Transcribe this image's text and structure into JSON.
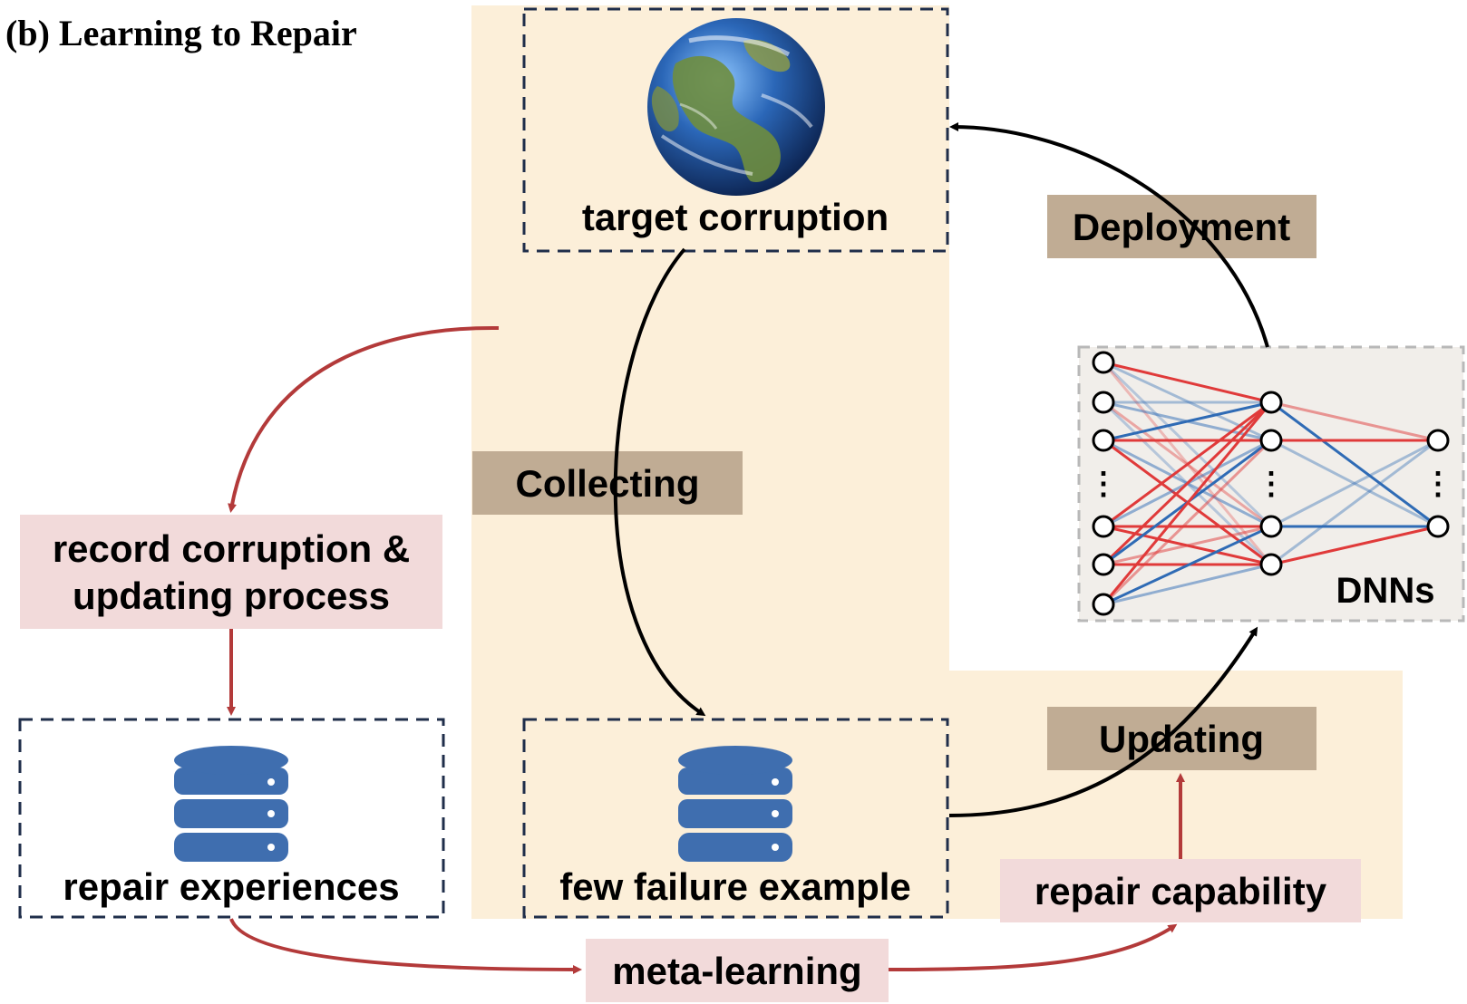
{
  "title": "(b) Learning to Repair",
  "nodes": {
    "target": "target corruption",
    "failure": "few failure example",
    "experiences": "repair experiences",
    "record_line1": "record corruption &",
    "record_line2": "updating process",
    "dnn": "DNNs",
    "capability": "repair capability",
    "meta": "meta-learning"
  },
  "edges": {
    "collecting": "Collecting",
    "deployment": "Deployment",
    "updating": "Updating"
  },
  "colors": {
    "panel": "#fcefd9",
    "label_box": "#c0ac94",
    "pink_box": "#f2dada",
    "dashed_border": "#1f2e4a",
    "red_arrow": "#b33a3a",
    "black_arrow": "#000000",
    "db_blue": "#3f6eaf",
    "dnn_bg": "#f1eeea",
    "red_edge": "#e03a3a",
    "blue_edge": "#2f6bb5"
  },
  "icons": {
    "globe": "globe-icon",
    "database": "database-icon"
  }
}
